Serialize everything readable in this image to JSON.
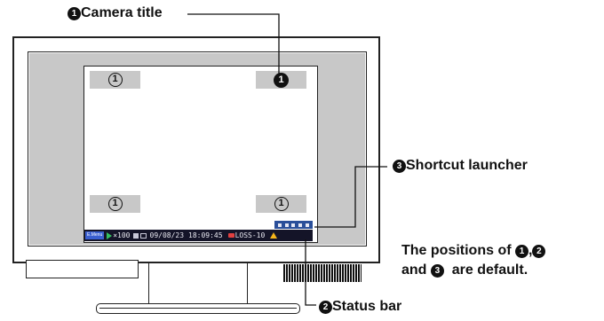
{
  "callouts": {
    "camera_title": {
      "num": "1",
      "text": "Camera title"
    },
    "shortcut_launcher": {
      "num": "3",
      "text": "Shortcut launcher"
    },
    "status_bar": {
      "num": "2",
      "text": "Status bar"
    }
  },
  "note": {
    "line1_prefix": "The positions of ",
    "num1": "1",
    "comma": ",",
    "num2": "2",
    "line2_prefix": "and ",
    "num3": "3",
    "line2_suffix": "  are default."
  },
  "title_markers": {
    "outlined": "1",
    "filled": "1"
  },
  "status_bar": {
    "menu_label": "E.Menu",
    "speed": "×100",
    "date": "09/08/23",
    "time": "18:09:45",
    "loss_label": "LOSS-10"
  },
  "icons": [
    "play-icon",
    "camera-icon",
    "list-icon",
    "loss-icon",
    "warning-icon"
  ],
  "colors": {
    "screen_gray": "#c8c8c8",
    "status_bar_bg": "#141428",
    "play_green": "#34c060",
    "warning_yellow": "#f4b41a",
    "menu_blue": "#3a5fd0",
    "shortcut_blue": "#2a4f9a"
  }
}
